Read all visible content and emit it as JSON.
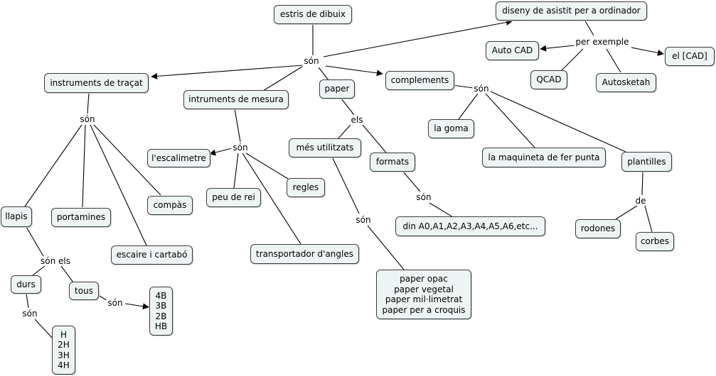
{
  "concepts": {
    "estris": "estris de dibuix",
    "diseny": "diseny de asistit per a ordinador",
    "autocad": "Auto CAD",
    "elcad": "el [CAD]",
    "qcad": "QCAD",
    "autosketah": "Autosketah",
    "instruments_tracat": "instruments de traçat",
    "intruments_mesura": "intruments de mesura",
    "paper": "paper",
    "complements": "complements",
    "llapis": "llapis",
    "portamines": "portamines",
    "escaire": "escaire i cartabó",
    "compas": "compàs",
    "escalimetre": "l'escalimetre",
    "peu_rei": "peu de rei",
    "regles": "regles",
    "transportador": "transportador d'angles",
    "mes_utilitzats": "més utilitzats",
    "formats": "formats",
    "din": "din A0,A1,A2,A3,A4,A5,A6,etc...",
    "paper_tipus": "paper opac\npaper vegetal\npaper mil·limetrat\npaper per a croquis",
    "goma": "la goma",
    "maquineta": "la maquineta de fer punta",
    "plantilles": "plantilles",
    "rodones": "rodones",
    "corbes": "corbes",
    "durs": "durs",
    "tous": "tous",
    "durs_list": "H\n2H\n3H\n4H",
    "tous_list": "4B\n3B\n2B\nHB"
  },
  "linking_phrases": {
    "son_main": "són",
    "per_exemple": "per exemple",
    "son_tracat": "són",
    "son_mesura": "són",
    "els_paper": "els",
    "son_complements": "són",
    "son_formats": "són",
    "son_mes": "són",
    "de_plantilles": "de",
    "son_els": "són els",
    "son_durs": "són",
    "son_tous": "són"
  }
}
